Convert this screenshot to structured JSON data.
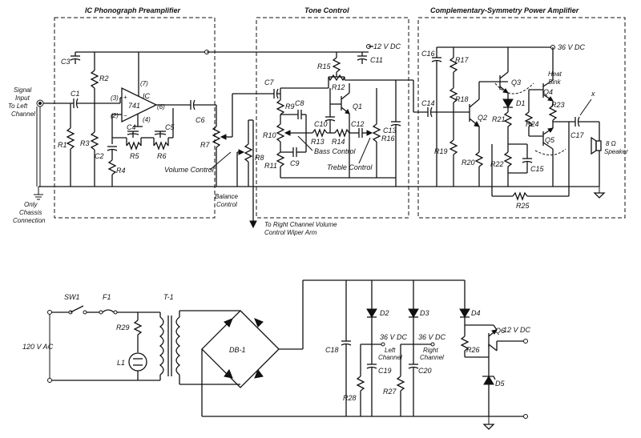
{
  "sections": {
    "preamp_title": "IC Phonograph Preamplifier",
    "tone_title": "Tone Control",
    "power_title": "Complementary-Symmetry Power Amplifier"
  },
  "supplies": {
    "tone_12v": "12 V DC",
    "amp_36v": "36 V DC",
    "left_36v": "36 V DC",
    "right_36v": "36 V DC",
    "q6_12v": "12 V DC",
    "ac_in": "120 V AC"
  },
  "notes": {
    "signal_in": [
      "Signal",
      "Input",
      "To Left",
      "Channel"
    ],
    "chassis": [
      "Only",
      "Chassis",
      "Connection"
    ],
    "volume": "Volume Control",
    "balance": [
      "Balance",
      "Control"
    ],
    "right_channel": [
      "To Right Channel Volume",
      "Control Wiper Arm"
    ],
    "bass": "Bass Control",
    "treble": "Treble Control",
    "heat_sink": [
      "Heat",
      "Sink"
    ],
    "speaker": [
      "8 Ω",
      "Speaker"
    ],
    "left_channel": [
      "Left",
      "Channel"
    ],
    "right_channel_supply": [
      "Right",
      "Channel"
    ],
    "x_mark": "x"
  },
  "ic": {
    "chip": "741",
    "name": "IC",
    "pin3": "(3)",
    "pin2": "(2)",
    "pin6": "(6)",
    "pin7": "(7)",
    "pin4": "(4)",
    "plus": "+",
    "minus": "−"
  },
  "components": {
    "C1": "C1",
    "C2": "C2",
    "C3": "C3",
    "C4": "C4",
    "C5": "C5",
    "C6": "C6",
    "C7": "C7",
    "C8": "C8",
    "C9": "C9",
    "C10": "C10",
    "C11": "C11",
    "C12": "C12",
    "C13": "C13",
    "C14": "C14",
    "C15": "C15",
    "C16": "C16",
    "C17": "C17",
    "C18": "C18",
    "C19": "C19",
    "C20": "C20",
    "R1": "R1",
    "R2": "R2",
    "R3": "R3",
    "R4": "R4",
    "R5": "R5",
    "R6": "R6",
    "R7": "R7",
    "R8": "R8",
    "R9": "R9",
    "R10": "R10",
    "R11": "R11",
    "R12": "R12",
    "R13": "R13",
    "R14": "R14",
    "R15": "R15",
    "R16": "R16",
    "R17": "R17",
    "R18": "R18",
    "R19": "R19",
    "R20": "R20",
    "R21": "R21",
    "R22": "R22",
    "R23": "R23",
    "R24": "R24",
    "R25": "R25",
    "R26": "R26",
    "R27": "R27",
    "R28": "R28",
    "R29": "R29",
    "Q1": "Q1",
    "Q2": "Q2",
    "Q3": "Q3",
    "Q4": "Q4",
    "Q5": "Q5",
    "Q6": "Q6",
    "D1": "D1",
    "D2": "D2",
    "D3": "D3",
    "D4": "D4",
    "D5": "D5",
    "SW1": "SW1",
    "F1": "F1",
    "T1": "T-1",
    "L1": "L1",
    "DB1": "DB-1"
  }
}
